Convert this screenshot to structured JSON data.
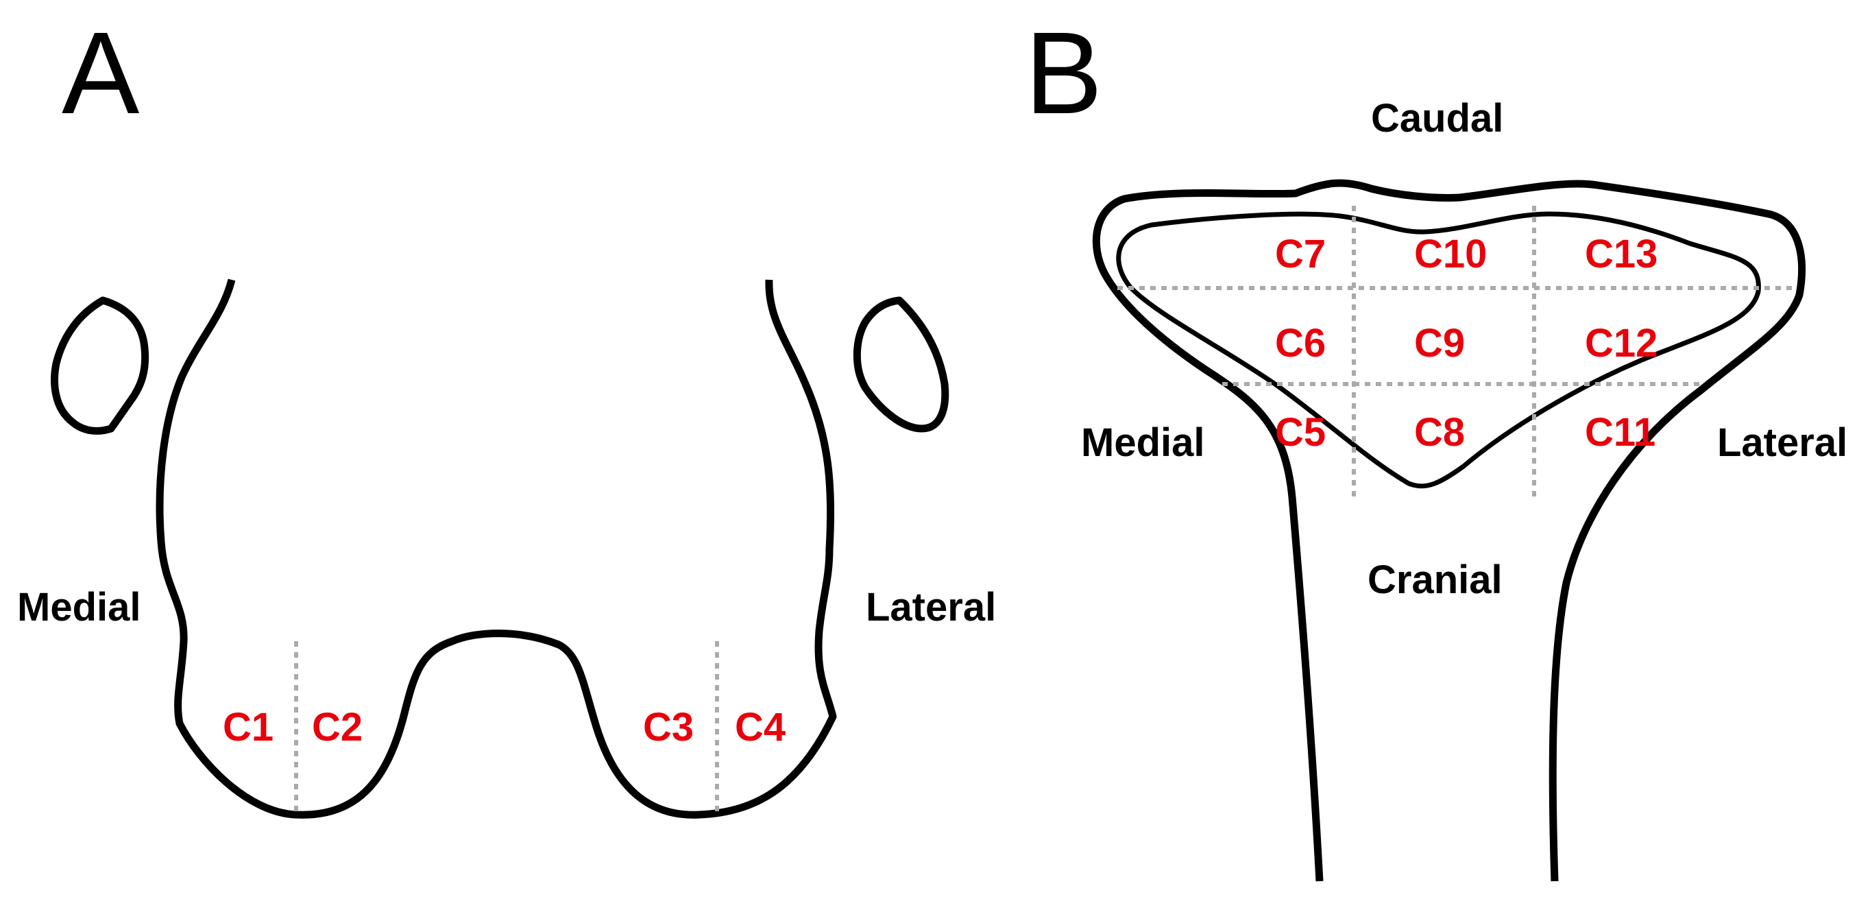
{
  "colors": {
    "outline": "#000000",
    "divider": "#aaaaaa",
    "region_label": "#e8000b",
    "background": "#ffffff"
  },
  "panel_a": {
    "letter": "A",
    "label_medial": "Medial",
    "label_lateral": "Lateral",
    "regions": [
      "C1",
      "C2",
      "C3",
      "C4"
    ]
  },
  "panel_b": {
    "letter": "B",
    "label_caudal": "Caudal",
    "label_cranial": "Cranial",
    "label_medial": "Medial",
    "label_lateral": "Lateral",
    "regions": [
      "C5",
      "C6",
      "C7",
      "C8",
      "C9",
      "C10",
      "C11",
      "C12",
      "C13"
    ]
  }
}
